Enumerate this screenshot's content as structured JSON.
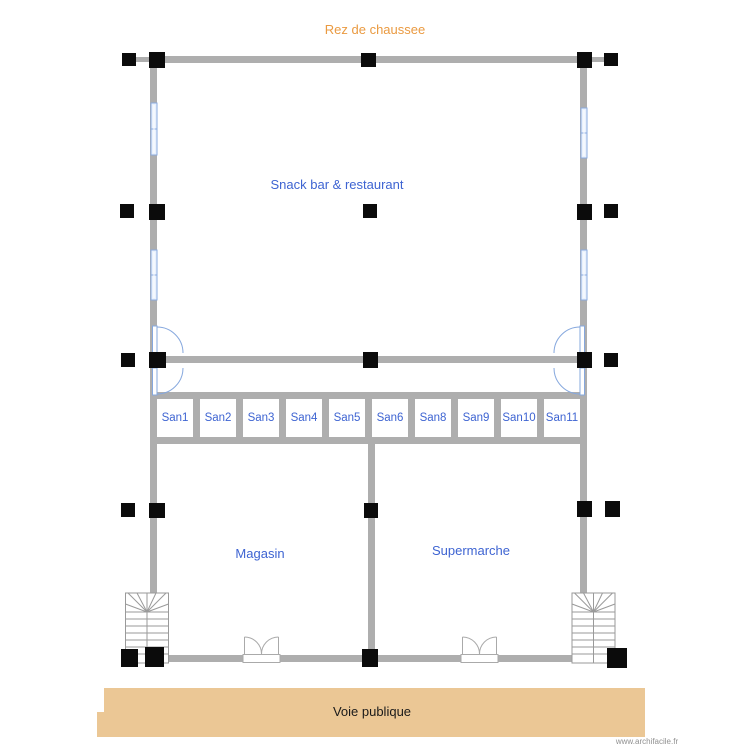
{
  "title": "Rez de chaussee",
  "rooms": {
    "snack_bar": "Snack bar & restaurant",
    "magasin": "Magasin",
    "supermarche": "Supermarche",
    "san": [
      "San1",
      "San2",
      "San3",
      "San4",
      "San5",
      "San6",
      "San8",
      "San9",
      "San10",
      "San11"
    ]
  },
  "street_label": "Voie publique",
  "watermark": "www.archifacile.fr",
  "colors": {
    "wall": "#aeaeae",
    "pillar": "#0b0b0b",
    "room_label_blue": "#3e64d2",
    "title_orange": "#ea9a41",
    "street_band_tan": "#ebc795",
    "window_frame_blue": "#8aabdf",
    "window_fill_blue": "#e9f1fc",
    "door_arc_blue": "#86a8de",
    "stairs_gray": "#9a9a9a",
    "exterior_door_gray": "#aaaaaa"
  }
}
